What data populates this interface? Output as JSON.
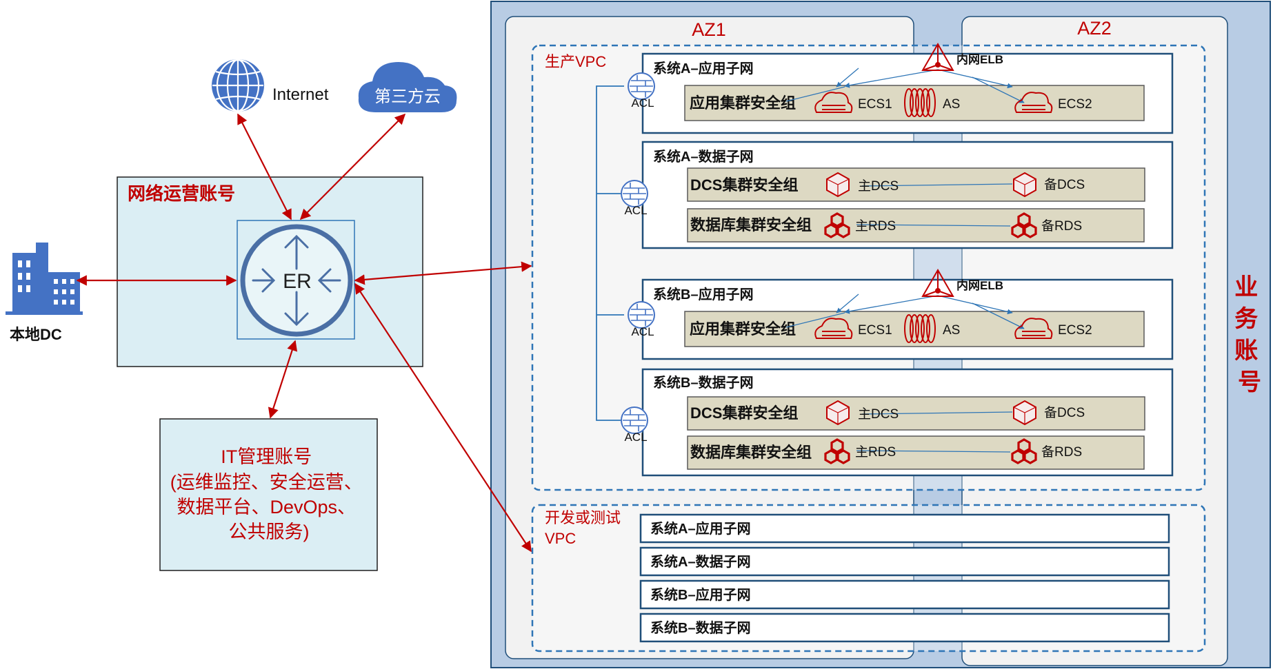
{
  "labels": {
    "az1": "AZ1",
    "az2": "AZ2",
    "business_account": "业务账号",
    "network_account": "网络运营账号",
    "er": "ER",
    "internet": "Internet",
    "third_cloud": "第三方云",
    "local_dc": "本地DC",
    "it_account_lines": [
      "IT管理账号",
      "(运维监控、安全运营、",
      "数据平台、DevOps、",
      "公共服务)"
    ],
    "prod_vpc": "生产VPC",
    "dev_vpc_lines": [
      "开发或测试",
      "VPC"
    ],
    "acl": "ACL",
    "elb": "内网ELB",
    "as": "AS",
    "ecs1": "ECS1",
    "ecs2": "ECS2",
    "app_sg": "应用集群安全组",
    "dcs_sg": "DCS集群安全组",
    "db_sg": "数据库集群安全组",
    "main_dcs": "主DCS",
    "backup_dcs": "备DCS",
    "main_rds": "主RDS",
    "backup_rds": "备RDS"
  },
  "systems": [
    {
      "app_subnet": "系统A–应用子网",
      "data_subnet": "系统A–数据子网"
    },
    {
      "app_subnet": "系统B–应用子网",
      "data_subnet": "系统B–数据子网"
    }
  ],
  "dev_subnets": [
    "系统A–应用子网",
    "系统A–数据子网",
    "系统B–应用子网",
    "系统B–数据子网"
  ],
  "colors": {
    "accent_red": "#c00000",
    "box_blue": "#1f4e79",
    "dash_blue": "#2e75b6",
    "light_blue": "#dbeef4",
    "tan": "#ddd9c3",
    "az_bg": "#f2f2f2",
    "business_bg": "#b8cce4",
    "icon_blue": "#4472c4"
  }
}
